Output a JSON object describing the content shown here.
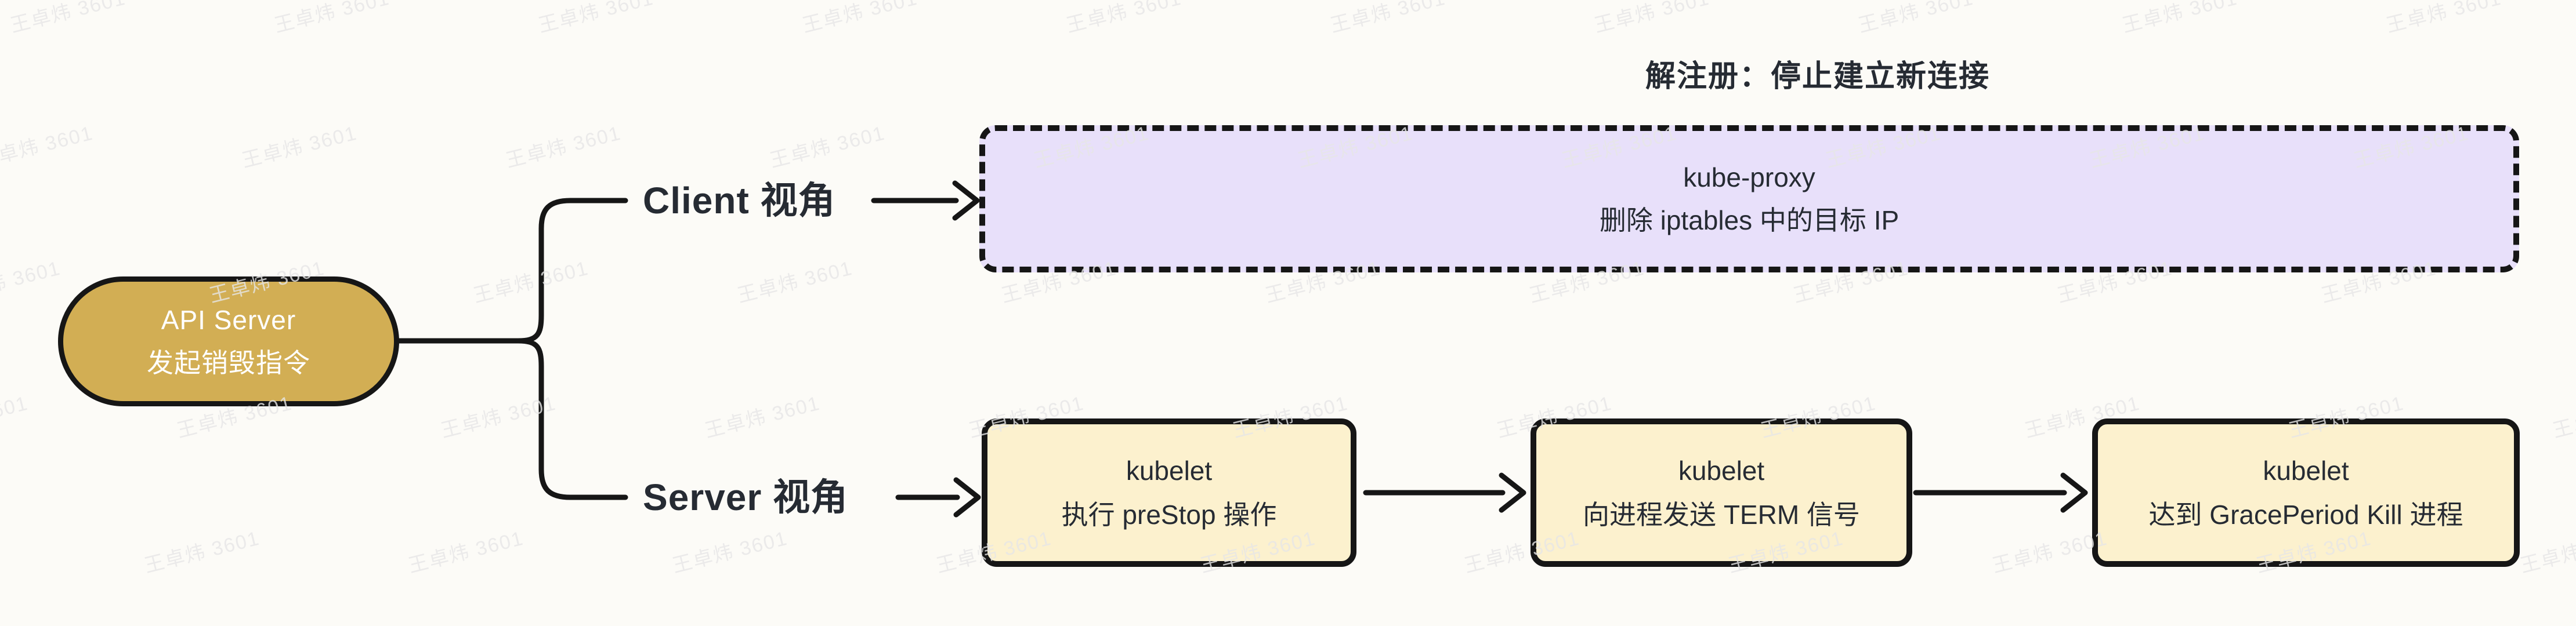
{
  "root": {
    "line1": "API Server",
    "line2": "发起销毁指令"
  },
  "client_branch": {
    "label": "Client 视角",
    "annotation": "解注册：停止建立新连接",
    "node": {
      "line1": "kube-proxy",
      "line2": "删除 iptables 中的目标 IP"
    }
  },
  "server_branch": {
    "label": "Server 视角",
    "nodes": [
      {
        "line1": "kubelet",
        "line2": "执行 preStop 操作"
      },
      {
        "line1": "kubelet",
        "line2": "向进程发送 TERM 信号"
      },
      {
        "line1": "kubelet",
        "line2": "达到 GracePeriod Kill 进程"
      }
    ]
  },
  "watermark": {
    "text": "王卓炜 3601"
  },
  "colors": {
    "background": "#FCFBF7",
    "stroke": "#161616",
    "text_dark": "#262B33",
    "root_fill": "#D2AE54",
    "root_text": "#FFFFFF",
    "client_fill": "#E8E0FA",
    "server_fill": "#FCF1CE",
    "watermark": "rgba(230,230,230,0.8)"
  }
}
